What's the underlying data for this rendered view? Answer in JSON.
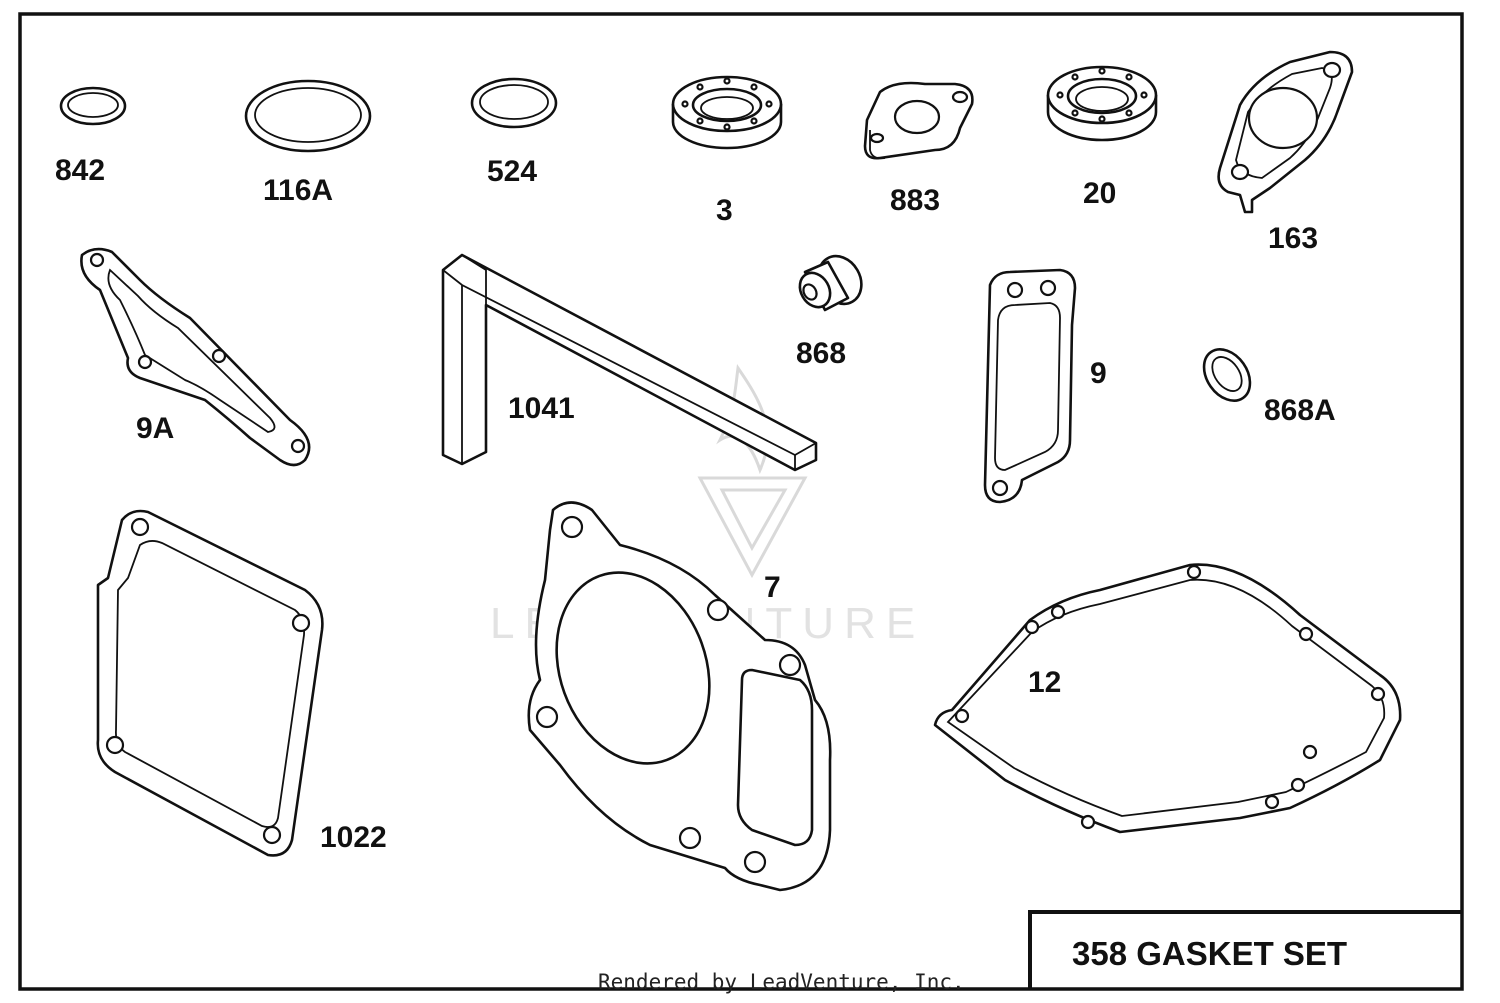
{
  "title_block": {
    "text": "358 GASKET SET"
  },
  "footer": {
    "text": "Rendered by LeadVenture, Inc."
  },
  "watermark": {
    "text": "LEADVENTURE"
  },
  "parts": [
    {
      "id": "842",
      "label": "842"
    },
    {
      "id": "116A",
      "label": "116A"
    },
    {
      "id": "524",
      "label": "524"
    },
    {
      "id": "3",
      "label": "3"
    },
    {
      "id": "883",
      "label": "883"
    },
    {
      "id": "20",
      "label": "20"
    },
    {
      "id": "163",
      "label": "163"
    },
    {
      "id": "9A",
      "label": "9A"
    },
    {
      "id": "1041",
      "label": "1041"
    },
    {
      "id": "868",
      "label": "868"
    },
    {
      "id": "9",
      "label": "9"
    },
    {
      "id": "868A",
      "label": "868A"
    },
    {
      "id": "1022",
      "label": "1022"
    },
    {
      "id": "7",
      "label": "7"
    },
    {
      "id": "12",
      "label": "12"
    }
  ],
  "colors": {
    "line": "#111111",
    "background": "#ffffff",
    "watermark": "#d9d9d9"
  }
}
